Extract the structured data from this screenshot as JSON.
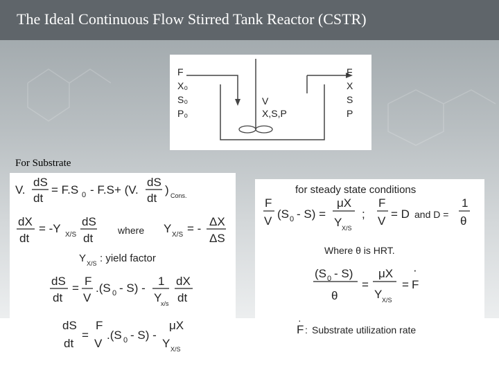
{
  "slide": {
    "title": "The Ideal Continuous Flow Stirred Tank Reactor (CSTR)",
    "subheading": "For Substrate"
  },
  "diagram": {
    "inlet_labels": [
      "F",
      "X₀",
      "S₀",
      "P₀"
    ],
    "outlet_labels": [
      "F",
      "X",
      "S",
      "P"
    ],
    "tank_labels": [
      "V",
      "X,S,P"
    ]
  },
  "left_equations": {
    "eq1": "V.dS/dt = F.S₀ - F.S+ (V.dS/dt)Cons.",
    "eq2_where": "where",
    "yield_label": ": yield factor",
    "eq3": "dS/dt = F/V.(S₀ - S) - 1/Yx/s · dX/dt",
    "eq4": "dS/dt = F/V.(S₀ - S) - μX/Yx/s"
  },
  "right_equations": {
    "heading": "for steady state conditions",
    "and_d": "and D =",
    "where_hrt": "Where θ is HRT.",
    "rate_label": "Substrate utilization rate"
  }
}
